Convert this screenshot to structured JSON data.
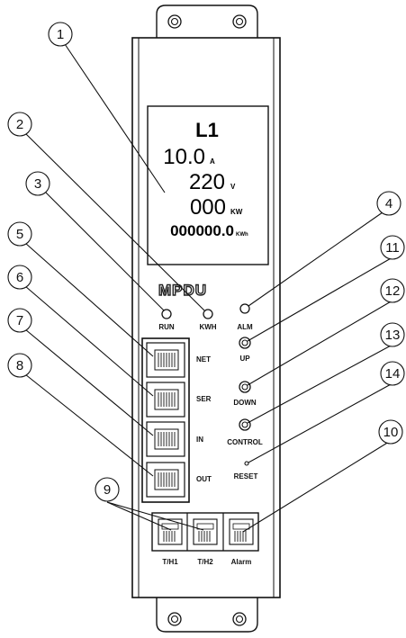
{
  "lcd": {
    "line": "L1",
    "current": "10.0",
    "current_unit": "A",
    "voltage": "220",
    "voltage_unit": "V",
    "power": "000",
    "power_unit": "KW",
    "energy": "000000.0",
    "energy_unit": "KWh"
  },
  "brand": "MPDU",
  "indicators": {
    "run": "RUN",
    "kwh": "KWH",
    "alm": "ALM"
  },
  "ports": {
    "net": "NET",
    "ser": "SER",
    "in": "IN",
    "out": "OUT"
  },
  "buttons": {
    "up": "UP",
    "down": "DOWN",
    "control": "CONTROL",
    "reset": "RESET"
  },
  "small_ports": {
    "th1": "T/H1",
    "th2": "T/H2",
    "alarm": "Alarm"
  },
  "callouts": [
    "1",
    "2",
    "3",
    "4",
    "5",
    "6",
    "7",
    "8",
    "9",
    "10",
    "11",
    "12",
    "13",
    "14"
  ]
}
